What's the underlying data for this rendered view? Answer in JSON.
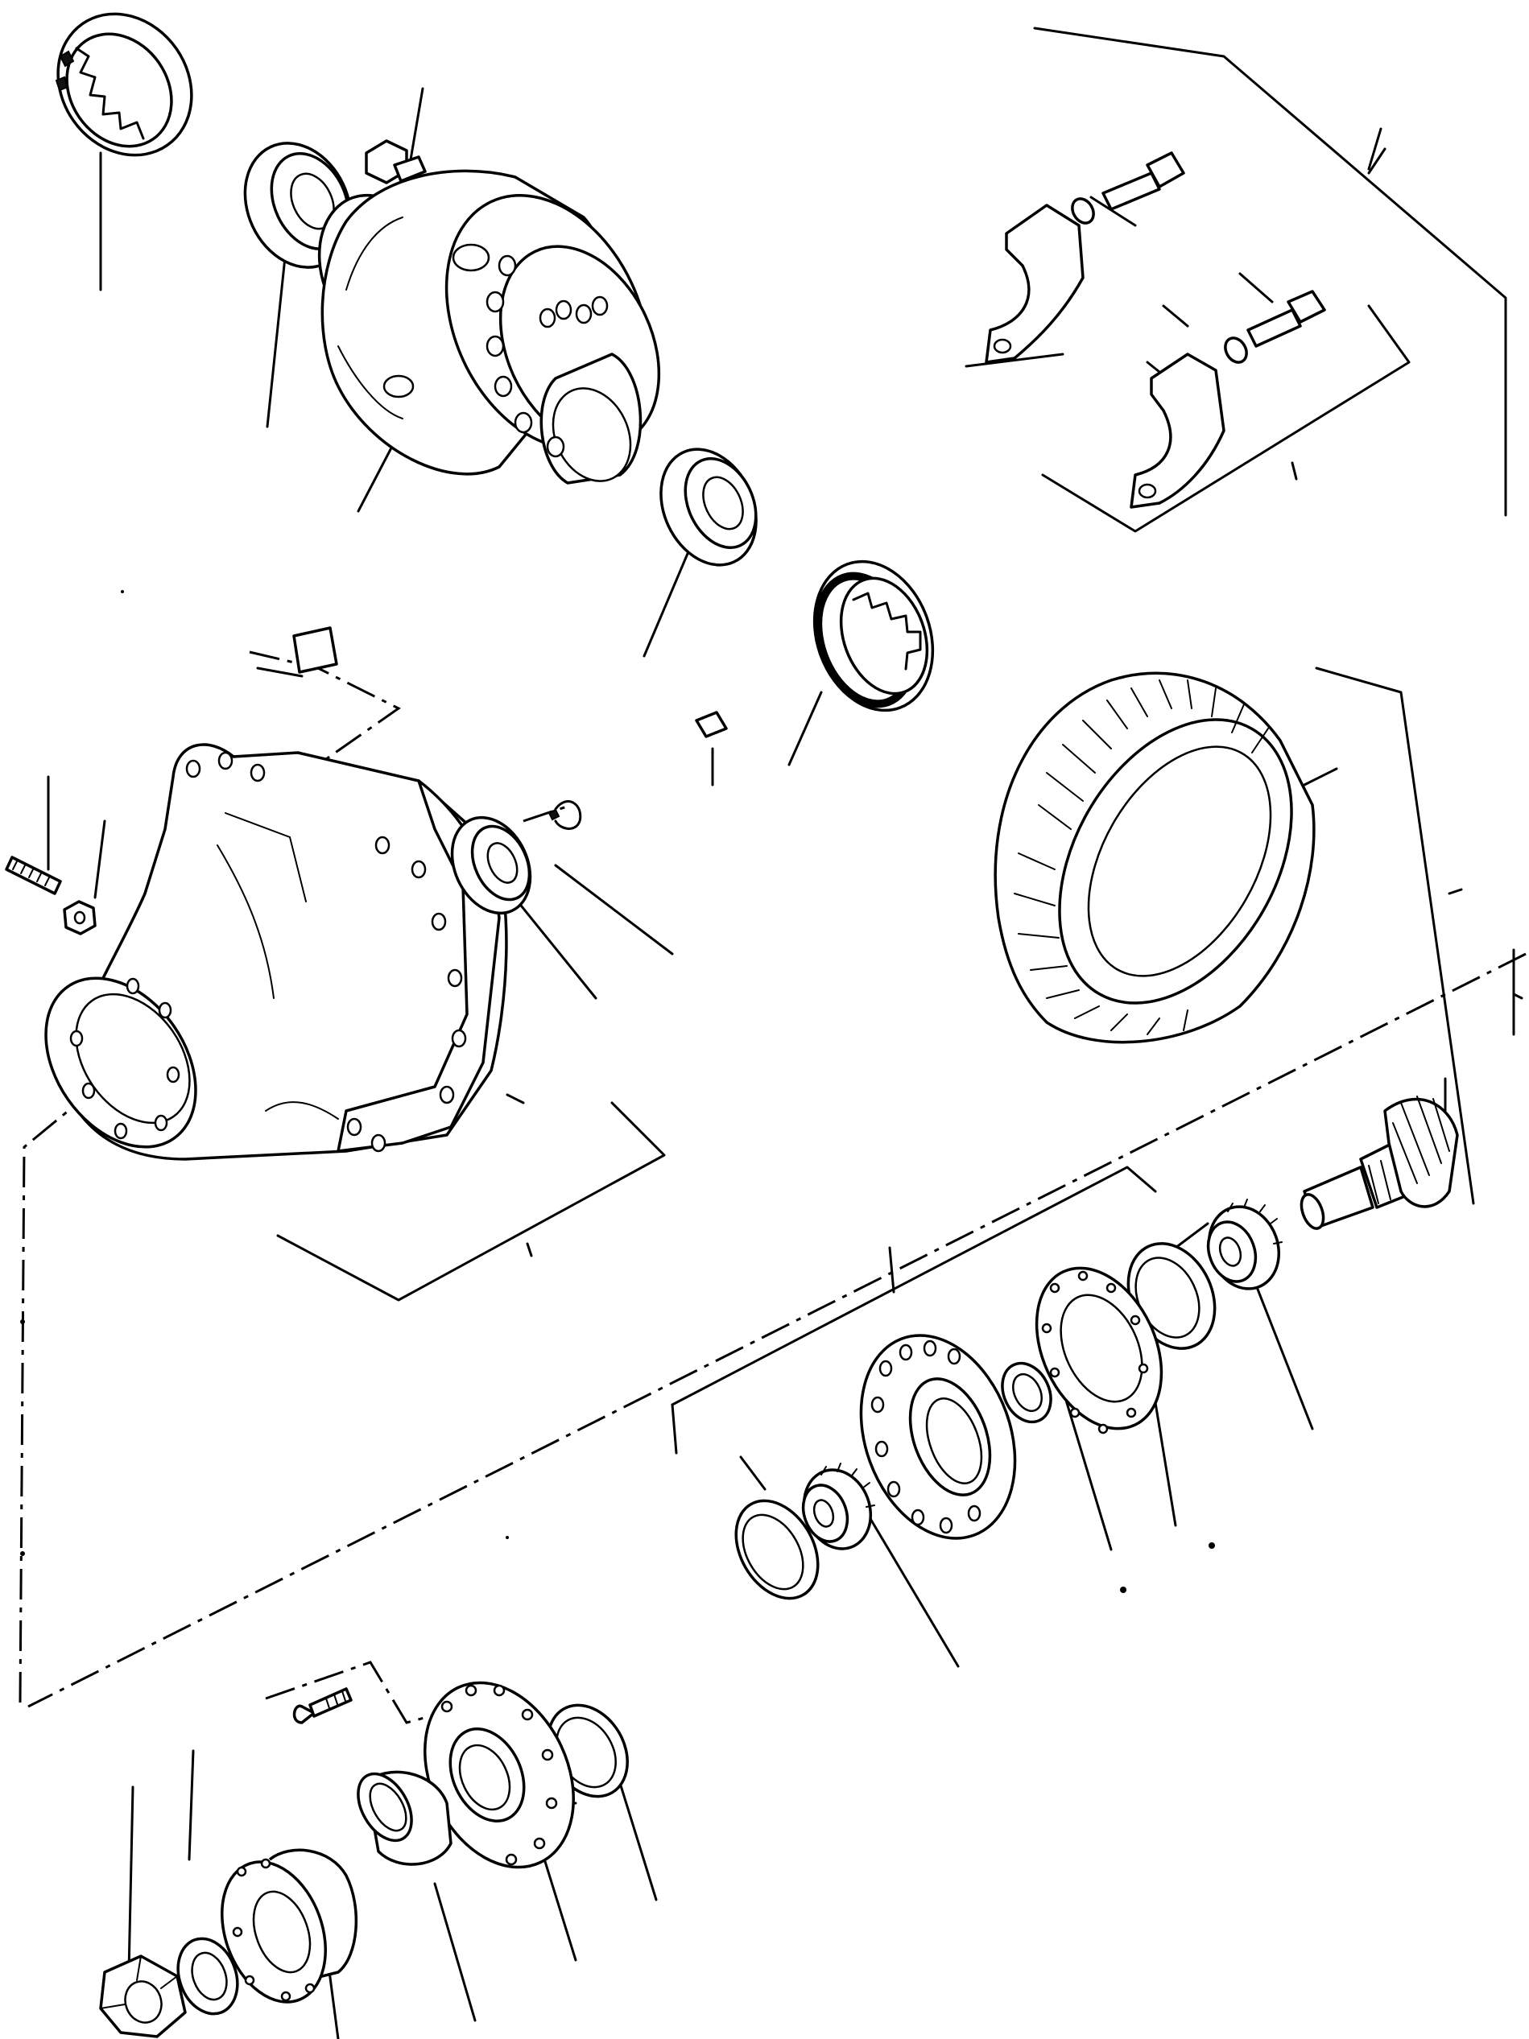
{
  "diagram": {
    "kind": "exploded-parts-view",
    "parts": [
      "slotted-adjusting-ring-top",
      "tapered-roller-bearing-left",
      "bolt-top",
      "differential-housing",
      "tapered-roller-bearing-right",
      "slotted-adjusting-ring-right",
      "roll-pin",
      "bearing-cap-upper",
      "bearing-cap-lower",
      "cap-bolt-upper",
      "cap-bolt-lower",
      "washer-upper",
      "washer-lower",
      "key-block",
      "axle-carrier",
      "stud",
      "nut-small",
      "ball-bearing",
      "snap-ring",
      "ring-gear",
      "pinion-shaft",
      "pinion-gear-right",
      "bearing-cup-right",
      "spacer-flange",
      "shim-washer",
      "shim-plate",
      "bearing-cup-left",
      "pinion-gear-left",
      "seal-ring",
      "retainer-flange",
      "bearing-cone",
      "screw",
      "yoke-flange",
      "washer-bottom",
      "hex-nut"
    ]
  }
}
